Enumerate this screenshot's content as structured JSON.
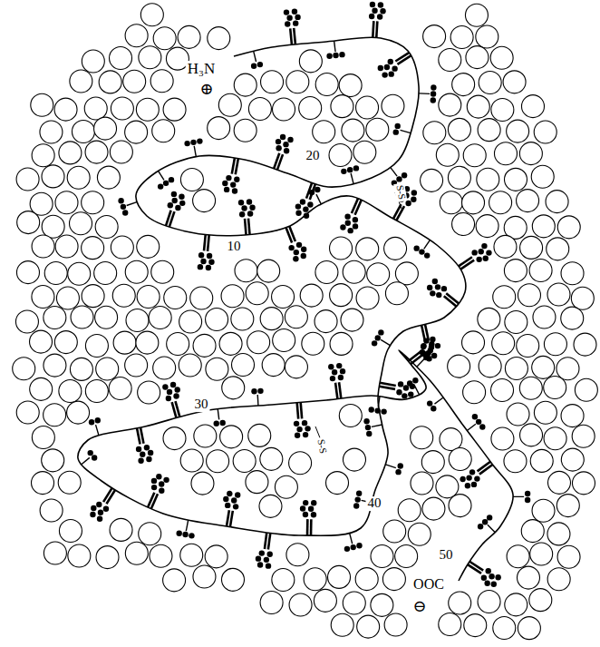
{
  "diagram": {
    "labels": [
      "H₃N",
      "⊕",
      "20",
      "S-S",
      "10",
      "30",
      "S-S",
      "40",
      "50",
      "OOC",
      "⊖"
    ]
  }
}
